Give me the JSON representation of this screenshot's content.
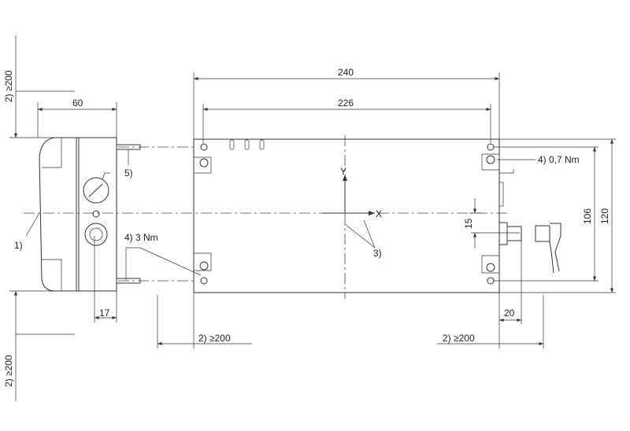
{
  "drawing": {
    "dimensions": {
      "overall_length": "240",
      "hole_spacing_length": "226",
      "actuator_depth": "60",
      "connector_offset": "17",
      "hole_spacing_height": "106",
      "overall_height": "120",
      "connector_height": "15",
      "connector_clearance": "20"
    },
    "clearances": {
      "top_left": "2) ≥200",
      "bottom_left": "2) ≥200",
      "bottom_center": "2) ≥200",
      "bottom_right": "2) ≥200"
    },
    "notes": {
      "note1": "1)",
      "note3": "3)",
      "note5": "5)",
      "torque_left": "4) 3 Nm",
      "torque_right": "4) 0,7 Nm"
    },
    "axes": {
      "x": "X",
      "y": "Y"
    },
    "line_color": "#333333"
  }
}
